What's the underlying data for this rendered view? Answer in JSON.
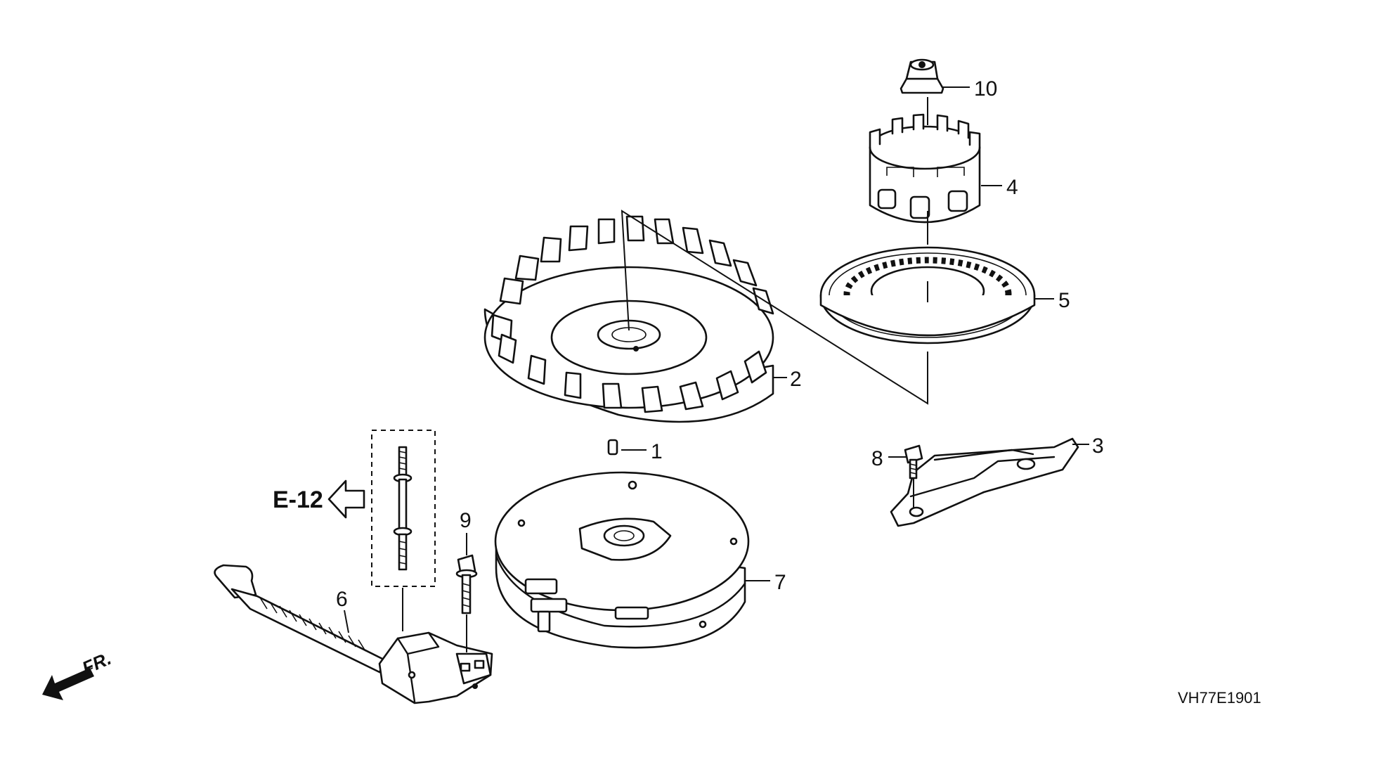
{
  "callouts": {
    "c1": "1",
    "c2": "2",
    "c3": "3",
    "c4": "4",
    "c5": "5",
    "c6": "6",
    "c7": "7",
    "c8": "8",
    "c9": "9",
    "c10": "10"
  },
  "reference": {
    "label": "E-12"
  },
  "direction": {
    "label": "FR."
  },
  "diagram_code": "VH77E1901"
}
